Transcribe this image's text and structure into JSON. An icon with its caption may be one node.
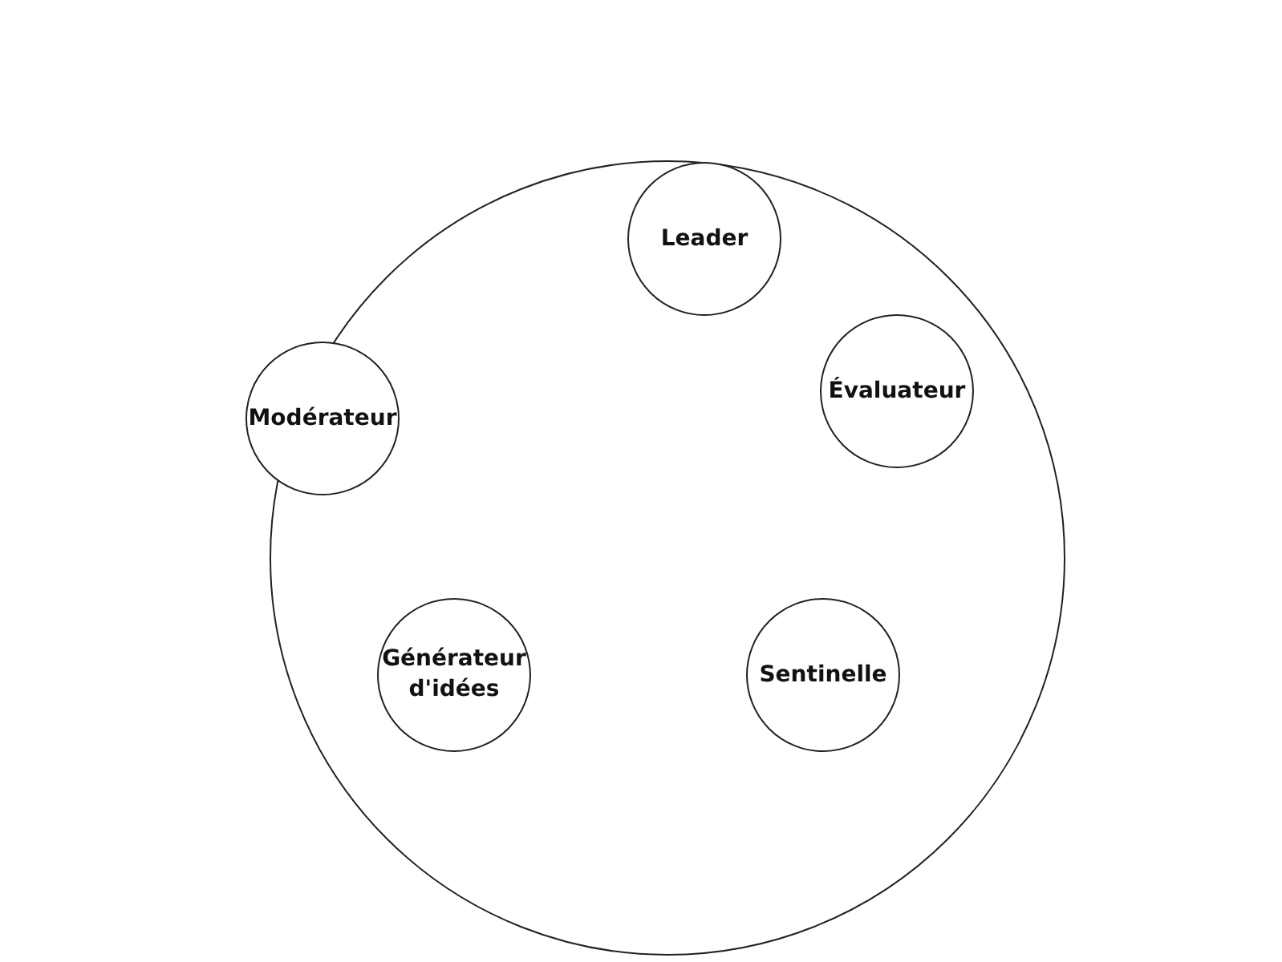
{
  "diagram": {
    "nodes": [
      {
        "text": [],
        "shape": "circle"
      },
      {
        "text": [
          "Leader"
        ],
        "in": 0
      },
      {
        "text": [
          "Modérateur"
        ],
        "in": 0
      },
      {
        "text": [
          "Évaluateur"
        ],
        "in": 0
      },
      {
        "text": [
          "Générateur d'idées"
        ],
        "in": 0
      },
      {
        "text": [
          "Sentinelle"
        ],
        "in": 0
      }
    ]
  }
}
